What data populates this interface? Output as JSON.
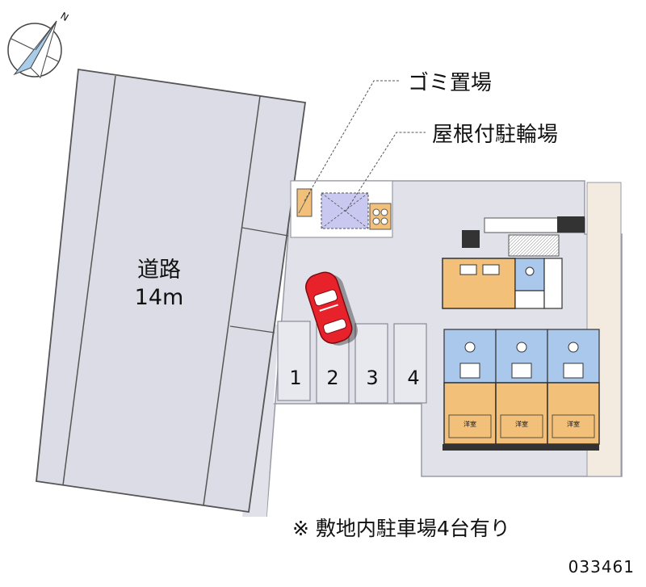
{
  "compass": {
    "north_letter": "N"
  },
  "road": {
    "name": "道路",
    "width": "14m"
  },
  "labels": {
    "garbage": "ゴミ置場",
    "bicycle": "屋根付駐輪場"
  },
  "parking": {
    "spaces": [
      "1",
      "2",
      "3",
      "4"
    ]
  },
  "rooms": {
    "label": "洋室"
  },
  "note": "※ 敷地内駐車場4台有り",
  "property_code": "033461",
  "colors": {
    "road": "#dcdce6",
    "site": "#e0e0ea",
    "living": "#f2c079",
    "wet_area": "#a9c8ec",
    "car": "#e8222a",
    "compass": "#a9cde9"
  }
}
